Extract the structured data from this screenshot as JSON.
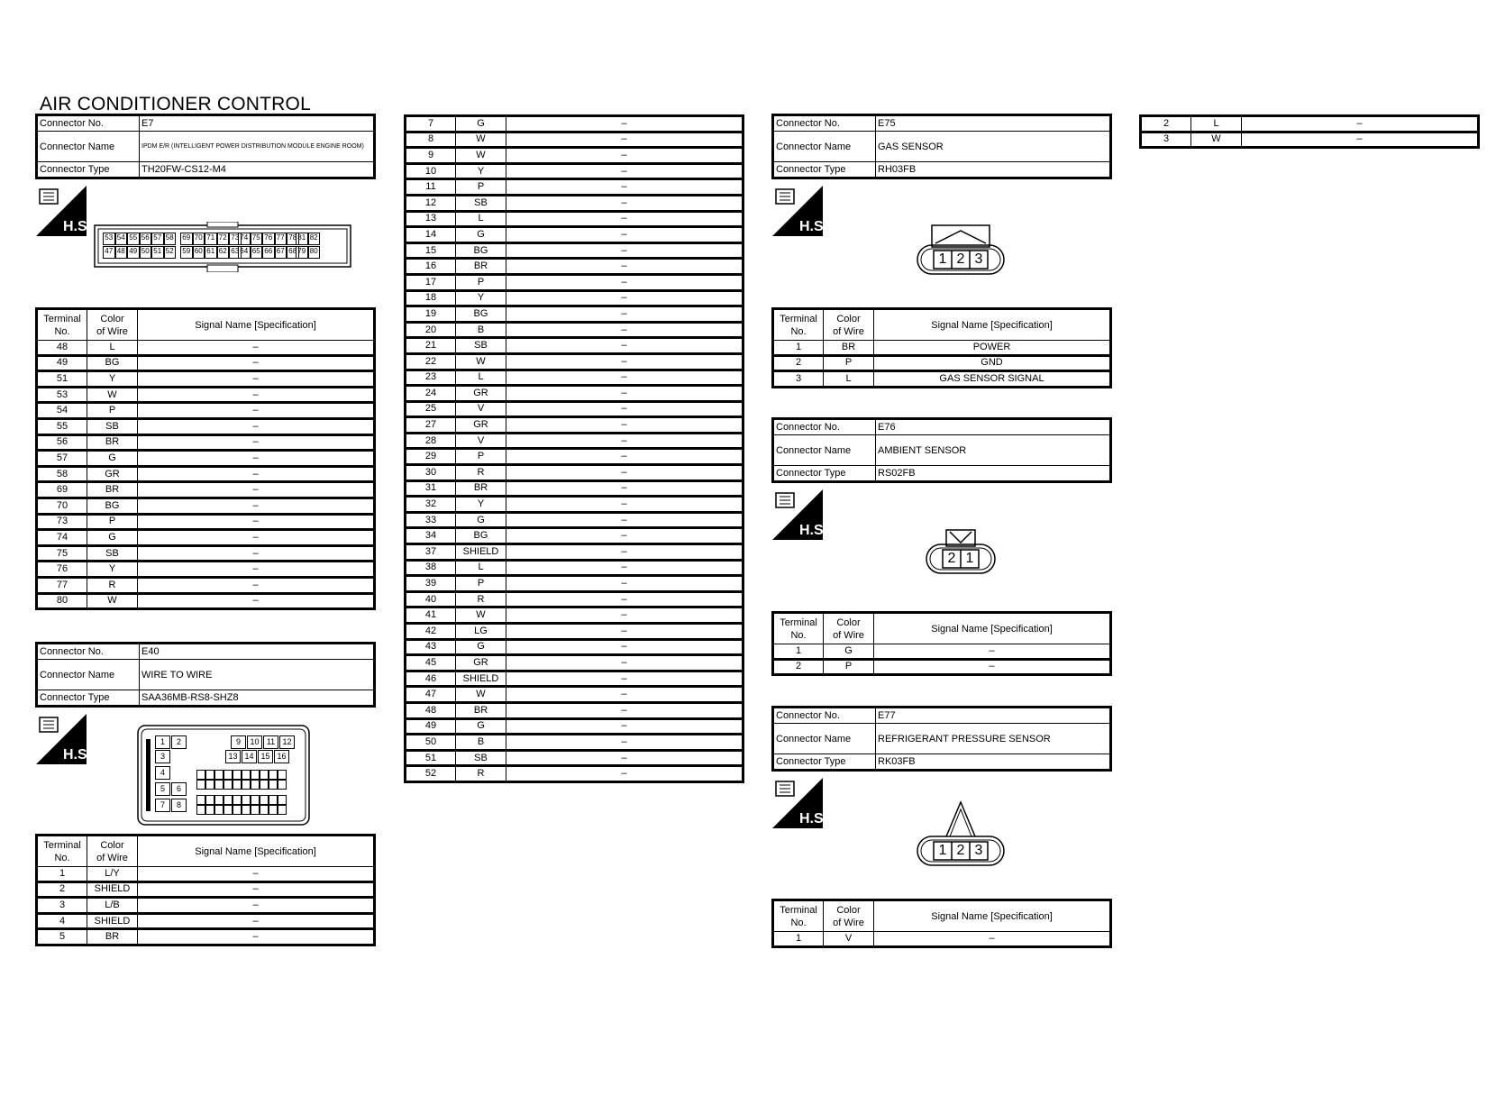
{
  "page_title": "AIR CONDITIONER CONTROL",
  "labels": {
    "connector_no": "Connector No.",
    "connector_name": "Connector Name",
    "connector_type": "Connector Type",
    "terminal_no_1": "Terminal",
    "terminal_no_2": "No.",
    "color_1": "Color",
    "color_2": "of Wire",
    "signal": "Signal Name [Specification]",
    "hs": "H.S."
  },
  "e7": {
    "no": "E7",
    "name": "IPDM E/R (INTELLIGENT POWER DISTRIBUTION MODULE ENGINE ROOM)",
    "type": "TH20FW-CS12-M4",
    "pins_top": [
      "53",
      "54",
      "55",
      "56",
      "57",
      "58",
      "69",
      "70",
      "71",
      "72",
      "73",
      "74",
      "75",
      "76",
      "77",
      "78",
      "81",
      "82"
    ],
    "pins_bottom": [
      "47",
      "48",
      "49",
      "50",
      "51",
      "52",
      "59",
      "60",
      "61",
      "62",
      "63",
      "64",
      "65",
      "66",
      "67",
      "68",
      "79",
      "80"
    ],
    "rows": [
      [
        "48",
        "L",
        "–"
      ],
      [
        "49",
        "BG",
        "–"
      ],
      [
        "51",
        "Y",
        "–"
      ],
      [
        "53",
        "W",
        "–"
      ],
      [
        "54",
        "P",
        "–"
      ],
      [
        "55",
        "SB",
        "–"
      ],
      [
        "56",
        "BR",
        "–"
      ],
      [
        "57",
        "G",
        "–"
      ],
      [
        "58",
        "GR",
        "–"
      ],
      [
        "69",
        "BR",
        "–"
      ],
      [
        "70",
        "BG",
        "–"
      ],
      [
        "73",
        "P",
        "–"
      ],
      [
        "74",
        "G",
        "–"
      ],
      [
        "75",
        "SB",
        "–"
      ],
      [
        "76",
        "Y",
        "–"
      ],
      [
        "77",
        "R",
        "–"
      ],
      [
        "80",
        "W",
        "–"
      ]
    ]
  },
  "e40": {
    "no": "E40",
    "name": "WIRE TO WIRE",
    "type": "SAA36MB-RS8-SHZ8",
    "pins": [
      "1",
      "2",
      "3",
      "4",
      "5",
      "6",
      "7",
      "8",
      "9",
      "10",
      "11",
      "12",
      "13",
      "14",
      "15",
      "16"
    ],
    "rows": [
      [
        "1",
        "L/Y",
        "–"
      ],
      [
        "2",
        "SHIELD",
        "–"
      ],
      [
        "3",
        "L/B",
        "–"
      ],
      [
        "4",
        "SHIELD",
        "–"
      ],
      [
        "5",
        "BR",
        "–"
      ]
    ]
  },
  "e40_cont": {
    "rows": [
      [
        "7",
        "G",
        "–"
      ],
      [
        "8",
        "W",
        "–"
      ],
      [
        "9",
        "W",
        "–"
      ],
      [
        "10",
        "Y",
        "–"
      ],
      [
        "11",
        "P",
        "–"
      ],
      [
        "12",
        "SB",
        "–"
      ],
      [
        "13",
        "L",
        "–"
      ],
      [
        "14",
        "G",
        "–"
      ],
      [
        "15",
        "BG",
        "–"
      ],
      [
        "16",
        "BR",
        "–"
      ],
      [
        "17",
        "P",
        "–"
      ],
      [
        "18",
        "Y",
        "–"
      ],
      [
        "19",
        "BG",
        "–"
      ],
      [
        "20",
        "B",
        "–"
      ],
      [
        "21",
        "SB",
        "–"
      ],
      [
        "22",
        "W",
        "–"
      ],
      [
        "23",
        "L",
        "–"
      ],
      [
        "24",
        "GR",
        "–"
      ],
      [
        "25",
        "V",
        "–"
      ],
      [
        "27",
        "GR",
        "–"
      ],
      [
        "28",
        "V",
        "–"
      ],
      [
        "29",
        "P",
        "–"
      ],
      [
        "30",
        "R",
        "–"
      ],
      [
        "31",
        "BR",
        "–"
      ],
      [
        "32",
        "Y",
        "–"
      ],
      [
        "33",
        "G",
        "–"
      ],
      [
        "34",
        "BG",
        "–"
      ],
      [
        "37",
        "SHIELD",
        "–"
      ],
      [
        "38",
        "L",
        "–"
      ],
      [
        "39",
        "P",
        "–"
      ],
      [
        "40",
        "R",
        "–"
      ],
      [
        "41",
        "W",
        "–"
      ],
      [
        "42",
        "LG",
        "–"
      ],
      [
        "43",
        "G",
        "–"
      ],
      [
        "45",
        "GR",
        "–"
      ],
      [
        "46",
        "SHIELD",
        "–"
      ],
      [
        "47",
        "W",
        "–"
      ],
      [
        "48",
        "BR",
        "–"
      ],
      [
        "49",
        "G",
        "–"
      ],
      [
        "50",
        "B",
        "–"
      ],
      [
        "51",
        "SB",
        "–"
      ],
      [
        "52",
        "R",
        "–"
      ]
    ]
  },
  "e75": {
    "no": "E75",
    "name": "GAS SENSOR",
    "type": "RH03FB",
    "pins": [
      "1",
      "2",
      "3"
    ],
    "rows": [
      [
        "1",
        "BR",
        "POWER"
      ],
      [
        "2",
        "P",
        "GND"
      ],
      [
        "3",
        "L",
        "GAS SENSOR SIGNAL"
      ]
    ]
  },
  "e76": {
    "no": "E76",
    "name": "AMBIENT SENSOR",
    "type": "RS02FB",
    "pins": [
      "2",
      "1"
    ],
    "rows": [
      [
        "1",
        "G",
        "–"
      ],
      [
        "2",
        "P",
        "–"
      ]
    ]
  },
  "e77": {
    "no": "E77",
    "name": "REFRIGERANT PRESSURE SENSOR",
    "type": "RK03FB",
    "pins": [
      "1",
      "2",
      "3"
    ],
    "rows": [
      [
        "1",
        "V",
        "–"
      ]
    ]
  },
  "e77_cont": {
    "rows": [
      [
        "2",
        "L",
        "–"
      ],
      [
        "3",
        "W",
        "–"
      ]
    ]
  }
}
